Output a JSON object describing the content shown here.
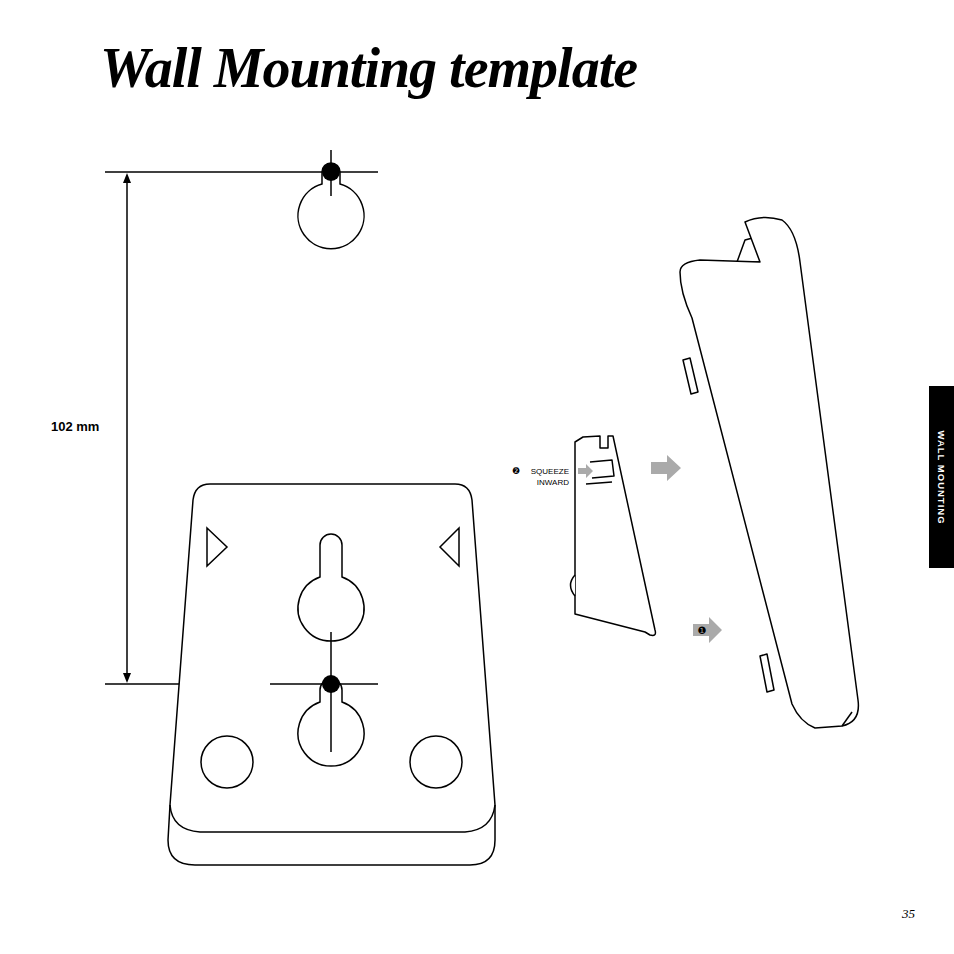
{
  "diagram": {
    "title": "Wall Mounting template",
    "nodes": [
      {
        "text": [
          "WALL MOUNTING"
        ]
      }
    ],
    "labels": [
      "102 mm",
      "❷",
      "SQUEEZE INWARD",
      "❶",
      "35"
    ]
  }
}
